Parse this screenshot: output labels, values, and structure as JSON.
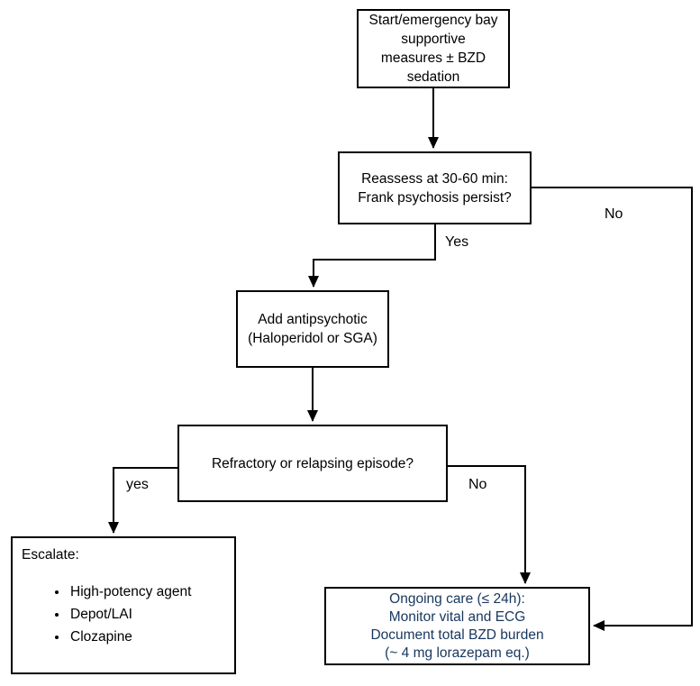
{
  "canvas": {
    "background_color": "#ffffff",
    "line_color": "#000000",
    "ongoing_text_color": "#17375e"
  },
  "nodes": {
    "start": {
      "lines": [
        "Start/emergency bay",
        "supportive",
        "measures ± BZD",
        "sedation"
      ]
    },
    "reassess": {
      "lines": [
        "Reassess at 30-60 min:",
        "Frank psychosis persist?"
      ]
    },
    "antipsychotic": {
      "lines": [
        "Add antipsychotic",
        "(Haloperidol or SGA)"
      ]
    },
    "refractory": {
      "lines": [
        "Refractory or relapsing episode?"
      ]
    },
    "escalate": {
      "title": "Escalate:",
      "bullets": [
        "High-potency agent",
        "Depot/LAI",
        "Clozapine"
      ]
    },
    "ongoing": {
      "lines": [
        "Ongoing care (≤ 24h):",
        "Monitor vital and ECG",
        "Document total BZD burden",
        "(~ 4 mg lorazepam eq.)"
      ]
    }
  },
  "edges": {
    "reassess_yes": {
      "label": "Yes"
    },
    "reassess_no": {
      "label": "No"
    },
    "refractory_yes": {
      "label": "yes"
    },
    "refractory_no": {
      "label": "No"
    }
  }
}
